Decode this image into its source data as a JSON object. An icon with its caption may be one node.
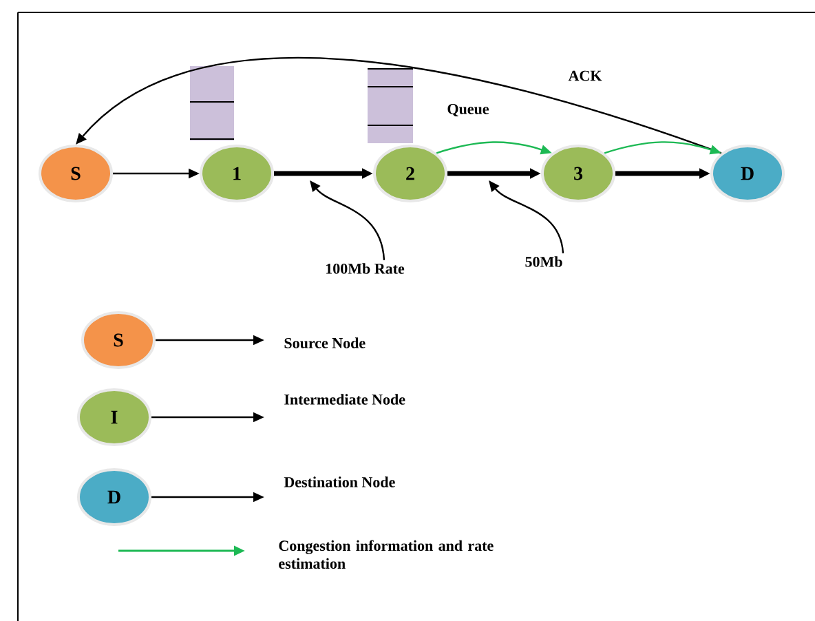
{
  "diagram": {
    "nodes": [
      {
        "text": [
          "S"
        ]
      },
      {
        "text": [
          "1"
        ]
      },
      {
        "text": [
          "2"
        ]
      },
      {
        "text": [
          "3"
        ]
      },
      {
        "text": [
          "D"
        ]
      },
      {
        "text": [
          "S"
        ]
      },
      {
        "text": [
          "Source Node"
        ]
      },
      {
        "text": [
          "I"
        ]
      },
      {
        "text": [
          "Intermediate Node"
        ]
      },
      {
        "text": [
          "D"
        ]
      },
      {
        "text": [
          "Destination Node"
        ]
      },
      {
        "text": [
          "100Mb Rate"
        ]
      },
      {
        "text": [
          "50Mb"
        ]
      }
    ],
    "edges": [
      {
        "from": 0,
        "to": 1,
        "arrow": "to"
      },
      {
        "from": 1,
        "to": 2,
        "arrow": "to",
        "style": "thick"
      },
      {
        "from": 2,
        "to": 3,
        "arrow": "to",
        "style": "thick"
      },
      {
        "from": 3,
        "to": 4,
        "arrow": "to",
        "style": "thick"
      },
      {
        "from": 4,
        "to": 0,
        "arrow": "to",
        "label": "ACK"
      },
      {
        "from": 2,
        "to": 3,
        "arrow": "to",
        "color": "#1db954"
      },
      {
        "from": 3,
        "to": 4,
        "arrow": "to",
        "color": "#1db954"
      },
      {
        "from": 5,
        "to": 6,
        "arrow": "to"
      },
      {
        "from": 7,
        "to": 8,
        "arrow": "to"
      },
      {
        "from": 9,
        "to": 10,
        "arrow": "to"
      },
      {
        "from": 11,
        "to": null,
        "arrow": "to"
      },
      {
        "from": 12,
        "to": null,
        "arrow": "to"
      }
    ],
    "labels": [
      "Queue"
    ],
    "legend": [
      {
        "text": "Congestion information and rate estimation"
      }
    ]
  }
}
